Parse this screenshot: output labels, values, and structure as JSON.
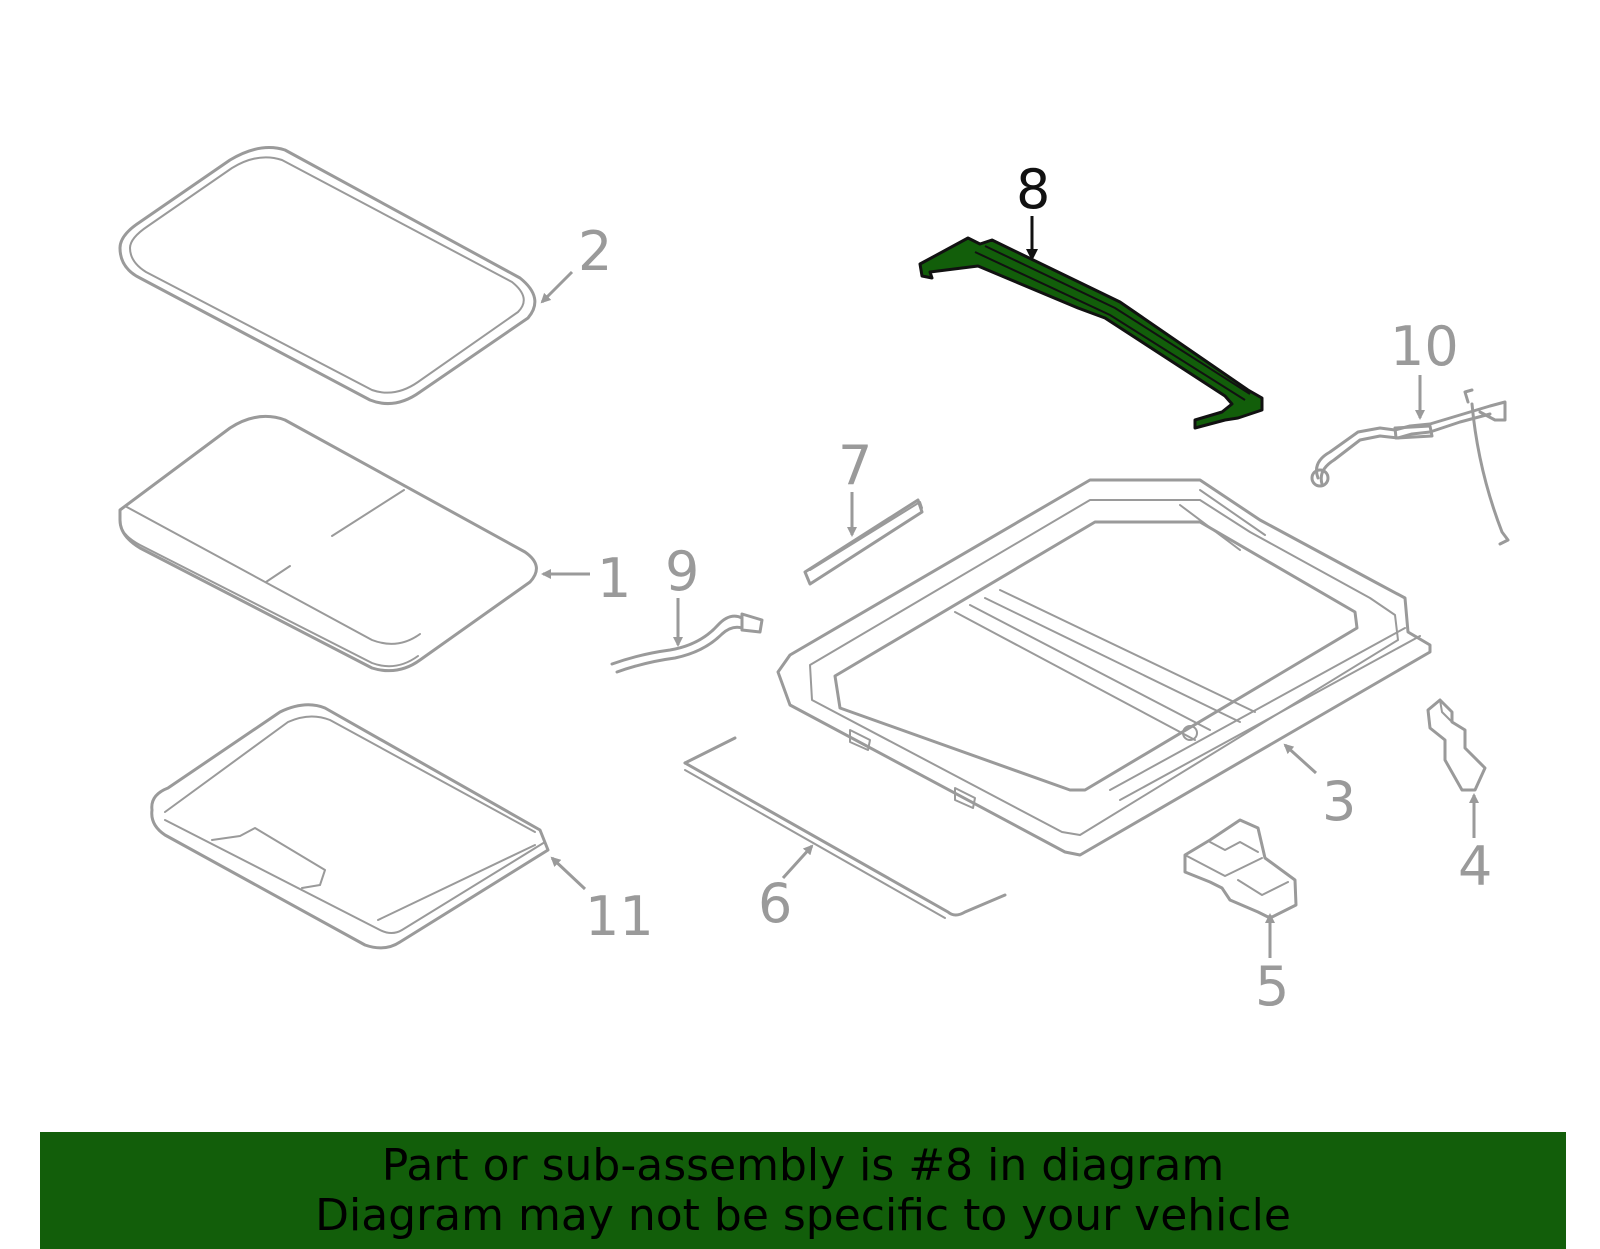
{
  "highlight_color": "#125e0a",
  "callouts": {
    "c1": "1",
    "c2": "2",
    "c3": "3",
    "c4": "4",
    "c5": "5",
    "c6": "6",
    "c7": "7",
    "c8": "8",
    "c9": "9",
    "c10": "10",
    "c11": "11"
  },
  "banner": {
    "line1": "Part or sub-assembly is #8 in diagram",
    "line2": "Diagram may not be specific to your vehicle"
  }
}
